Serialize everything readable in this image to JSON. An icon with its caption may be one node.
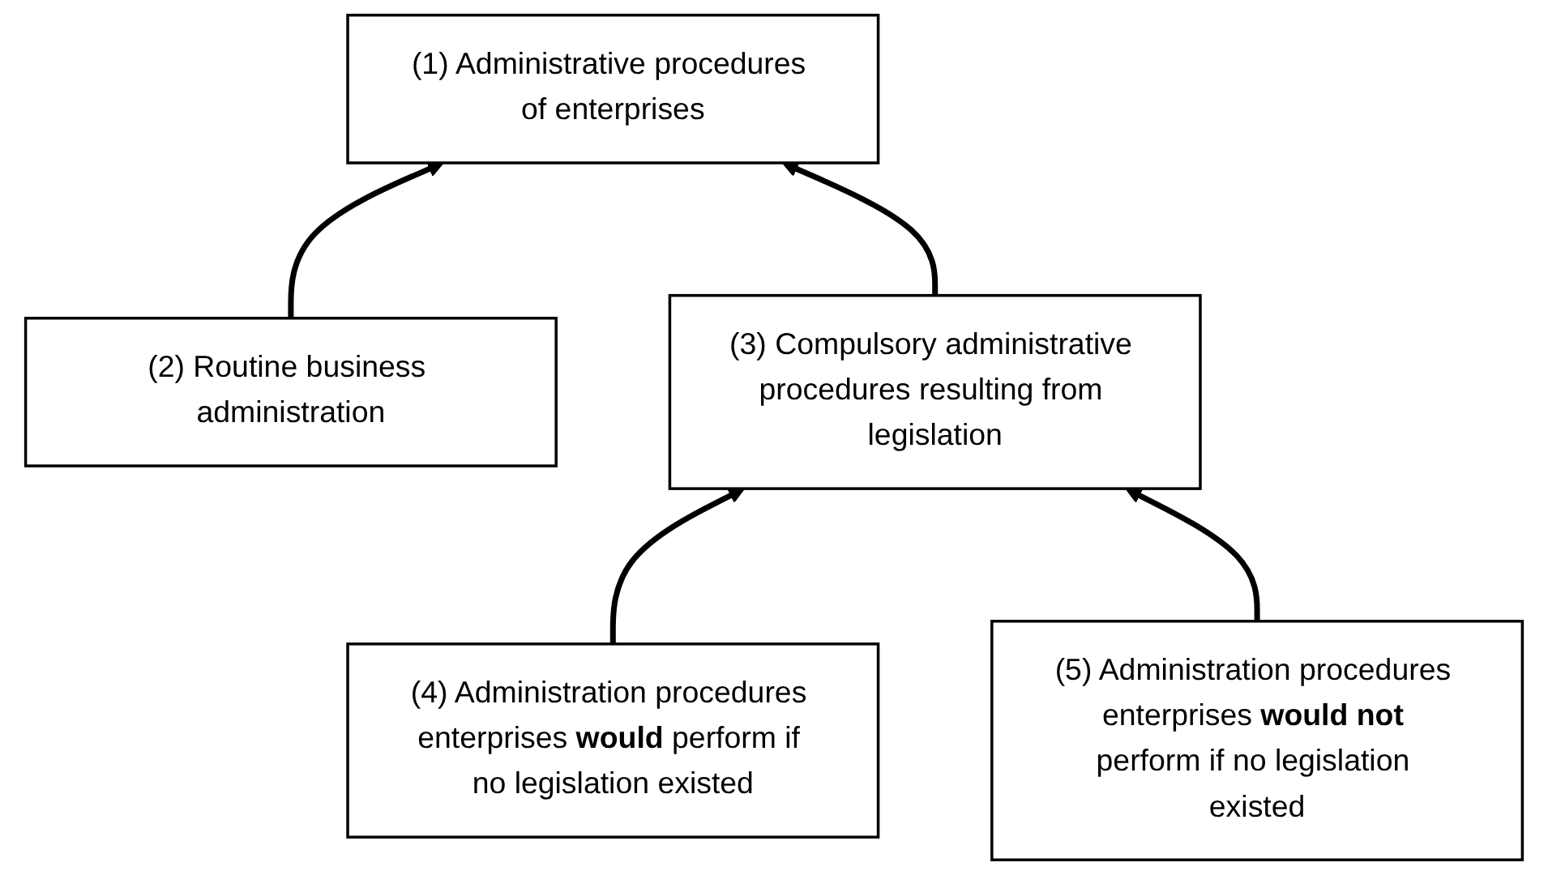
{
  "diagram": {
    "nodes": [
      {
        "text": [
          "(1) Administrative procedures of enterprises"
        ]
      },
      {
        "text": [
          "(2) Routine business administration"
        ]
      },
      {
        "text": [
          "(3) Compulsory administrative procedures resulting from legislation"
        ]
      },
      {
        "text": [
          "(4) Administration procedures enterprises **would** perform if no legislation existed"
        ]
      },
      {
        "text": [
          "(5) Administration procedures enterprises **would not** perform if no legislation existed"
        ]
      }
    ],
    "edges": [
      {
        "from": 1,
        "to": 0,
        "arrow": "to"
      },
      {
        "from": 2,
        "to": 0,
        "arrow": "to"
      },
      {
        "from": 3,
        "to": 2,
        "arrow": "to"
      },
      {
        "from": 4,
        "to": 2,
        "arrow": "to"
      }
    ]
  }
}
